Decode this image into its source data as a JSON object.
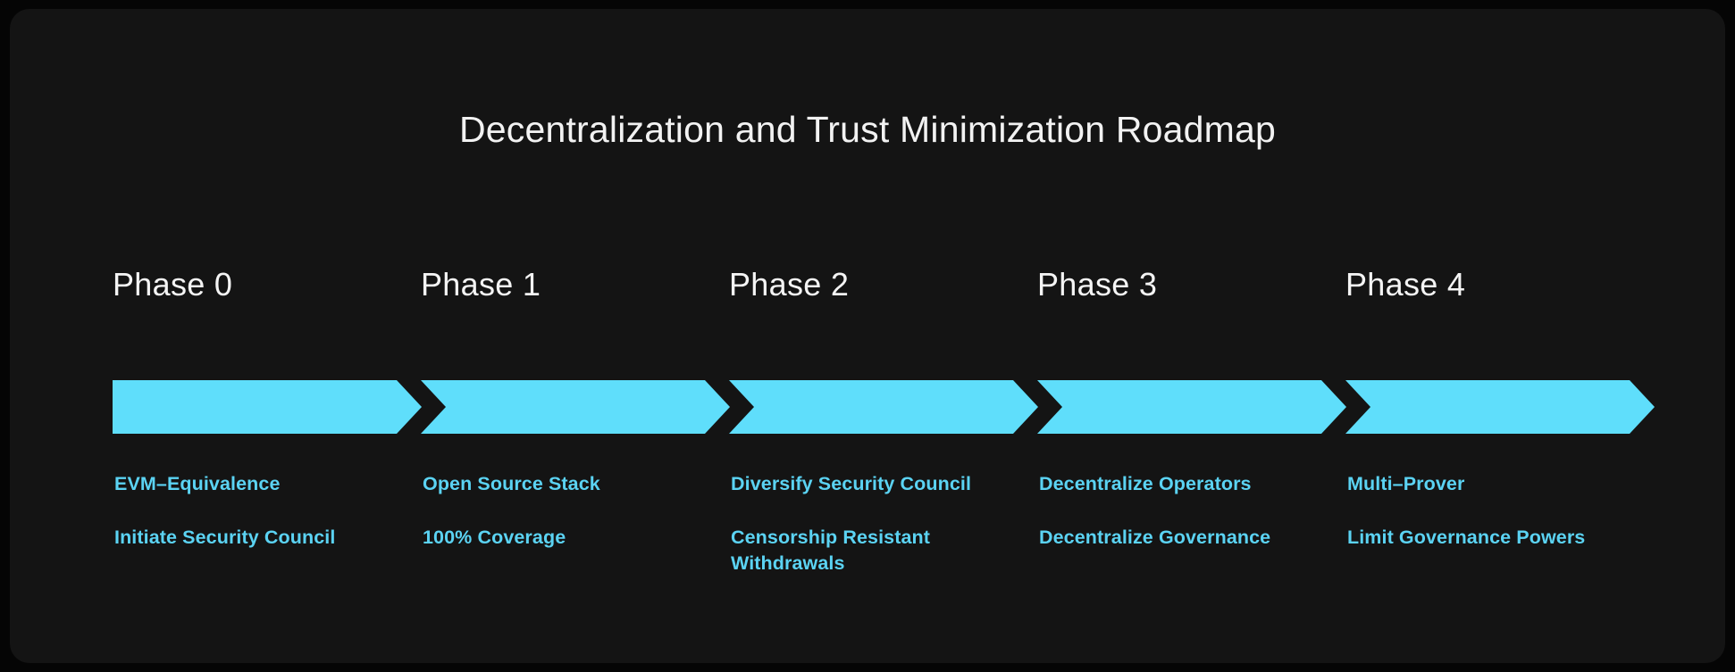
{
  "card": {
    "background_color": "#141414",
    "page_background_color": "#050505"
  },
  "header": {
    "title": "Decentralization and Trust Minimization Roadmap",
    "title_color": "#f2f2f2"
  },
  "theme": {
    "accent_color": "#5fdefb",
    "item_text_color": "#5bd3f3",
    "phase_label_color": "#f4f4f4"
  },
  "roadmap": {
    "phases": [
      {
        "label": "Phase 0",
        "items": [
          "EVM–Equivalence",
          "Initiate Security Council"
        ]
      },
      {
        "label": "Phase 1",
        "items": [
          "Open Source Stack",
          "100% Coverage"
        ]
      },
      {
        "label": "Phase 2",
        "items": [
          "Diversify Security Council",
          "Censorship Resistant Withdrawals"
        ]
      },
      {
        "label": "Phase 3",
        "items": [
          "Decentralize Operators",
          "Decentralize Governance"
        ]
      },
      {
        "label": "Phase 4",
        "items": [
          "Multi–Prover",
          "Limit Governance Powers"
        ]
      }
    ]
  }
}
